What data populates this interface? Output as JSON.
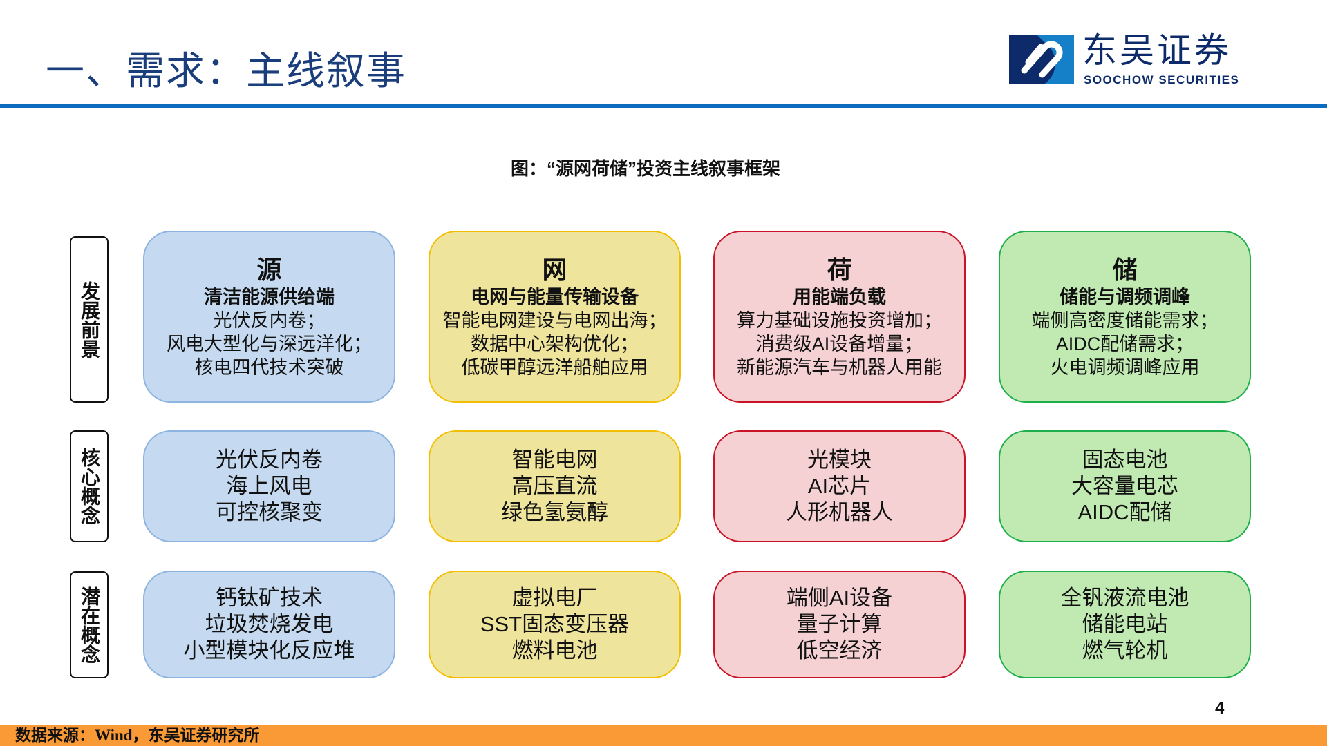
{
  "header": {
    "title": "一、需求：主线叙事",
    "logo_cn": "东吴证券",
    "logo_en": "SOOCHOW SECURITIES"
  },
  "caption": "图：“源网荷储”投资主线叙事框架",
  "row_labels": [
    "发展前景",
    "核心概念",
    "潜在概念"
  ],
  "columns": [
    {
      "head": "源",
      "sub": "清洁能源供给端",
      "prospects": [
        "光伏反内卷；",
        "风电大型化与深远洋化；",
        "核电四代技术突破"
      ],
      "core": [
        "光伏反内卷",
        "海上风电",
        "可控核聚变"
      ],
      "potential": [
        "钙钛矿技术",
        "垃圾焚烧发电",
        "小型模块化反应堆"
      ]
    },
    {
      "head": "网",
      "sub": "电网与能量传输设备",
      "prospects": [
        "智能电网建设与电网出海；",
        "数据中心架构优化；",
        "低碳甲醇远洋船舶应用"
      ],
      "core": [
        "智能电网",
        "高压直流",
        "绿色氢氨醇"
      ],
      "potential": [
        "虚拟电厂",
        "SST固态变压器",
        "燃料电池"
      ]
    },
    {
      "head": "荷",
      "sub": "用能端负载",
      "prospects": [
        "算力基础设施投资增加；",
        "消费级AI设备增量；",
        "新能源汽车与机器人用能"
      ],
      "core": [
        "光模块",
        "AI芯片",
        "人形机器人"
      ],
      "potential": [
        "端侧AI设备",
        "量子计算",
        "低空经济"
      ]
    },
    {
      "head": "储",
      "sub": "储能与调频调峰",
      "prospects": [
        "端侧高密度储能需求；",
        "AIDC配储需求；",
        "火电调频调峰应用"
      ],
      "core": [
        "固态电池",
        "大容量电芯",
        "AIDC配储"
      ],
      "potential": [
        "全钒液流电池",
        "储能电站",
        "燃气轮机"
      ]
    }
  ],
  "colors": {
    "source": "#c5daf0",
    "grid": "#efe49c",
    "load": "#f6d1d3",
    "storage": "#c1eab2",
    "rule": "#0b6cbf",
    "footer": "#fa9a37"
  },
  "page_number": "4",
  "footer": "数据来源：Wind，东吴证券研究所"
}
